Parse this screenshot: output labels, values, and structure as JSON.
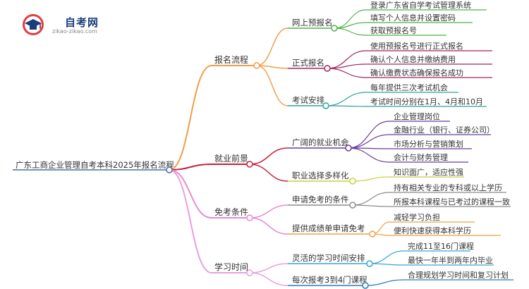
{
  "logo": {
    "title": "自考网",
    "url": "zikao-zikao.com"
  },
  "root": "广东工商企业管理自考本科2025年报名流程",
  "branches": [
    {
      "label": "报名流程",
      "color": "#f29e4c",
      "children": [
        {
          "label": "网上预报名",
          "color": "#52b04c",
          "items": [
            "登录广东省自学考试管理系统",
            "填写个人信息并设置密码",
            "获取预报名号"
          ]
        },
        {
          "label": "正式报名",
          "color": "#a4245a",
          "items": [
            "使用预报名号进行正式报名",
            "确认个人信息并缴纳费用",
            "确认缴费状态确保报名成功"
          ]
        },
        {
          "label": "考试安排",
          "color": "#2ea39a",
          "items": [
            "每年提供三次考试机会",
            "考试时间分别在1月、4月和10月"
          ]
        }
      ]
    },
    {
      "label": "就业前景",
      "color": "#c4213a",
      "children": [
        {
          "label": "广阔的就业机会",
          "color": "#6a3c9c",
          "items": [
            "企业管理岗位",
            "金融行业（银行、证券公司）",
            "市场分析与营销策划",
            "会计与财务管理"
          ]
        },
        {
          "label": "职业选择多样化",
          "color": "#c8d13a",
          "items": [
            "知识面广，适应性强"
          ]
        }
      ]
    },
    {
      "label": "免考条件",
      "color": "#e58ad6",
      "children": [
        {
          "label": "申请免考的条件",
          "color": "#8c8c8c",
          "items": [
            "持有相关专业的专科或以上学历",
            "所报本科课程与已考过的课程一致"
          ]
        },
        {
          "label": "提供成绩单申请免考",
          "color": "#f0a044",
          "items": [
            "减轻学习负担",
            "便利快速获得本科学历"
          ]
        }
      ]
    },
    {
      "label": "学习时间",
      "color": "#e9a0db",
      "children": [
        {
          "label": "灵活的学习时间安排",
          "color": "#3aa4cf",
          "items": [
            "完成11至16门课程",
            "最快一年半到两年内毕业"
          ]
        },
        {
          "label": "每次报考3到4门课程",
          "color": "#2f7bb6",
          "items": [
            "合理规划学习时间和复习计划"
          ]
        }
      ]
    }
  ]
}
